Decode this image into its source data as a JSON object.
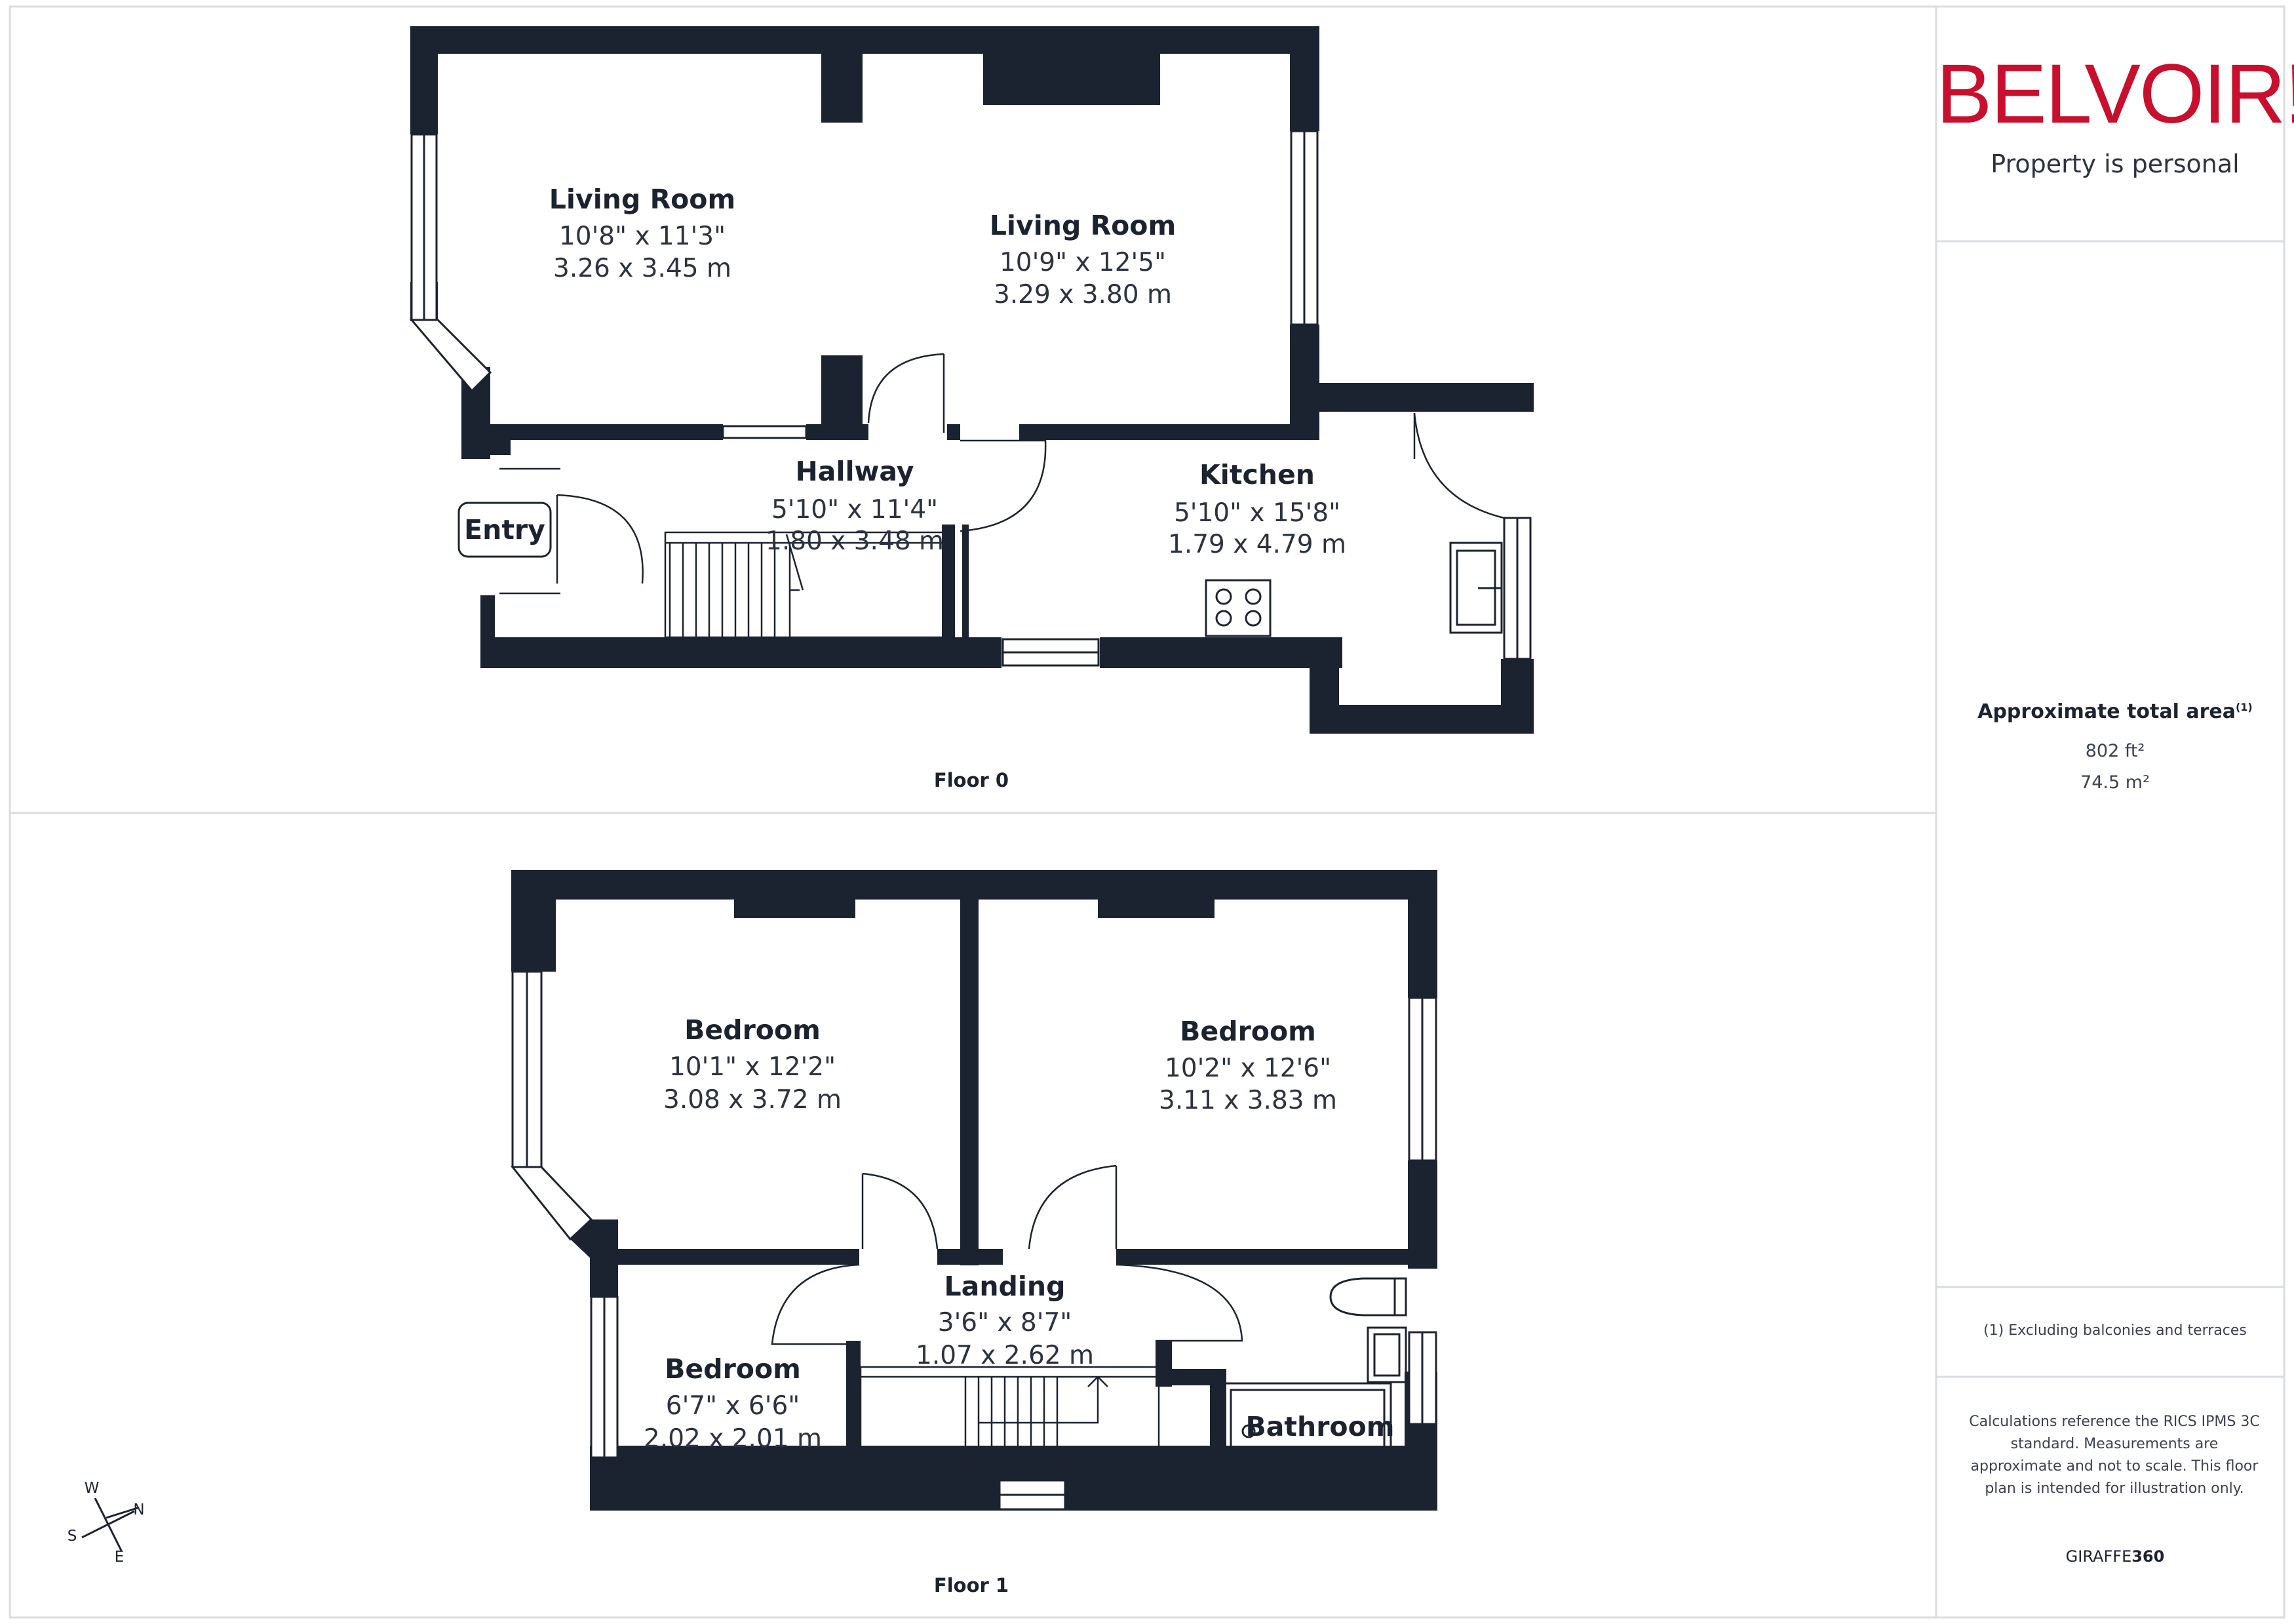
{
  "brand": {
    "logo_text": "BELVOIR!",
    "tagline": "Property is personal",
    "logo_color": "#c8102e"
  },
  "area": {
    "title": "Approximate total area",
    "footnote_marker": "(1)",
    "ft": "802 ft²",
    "m": "74.5 m²",
    "footnote": "(1) Excluding balconies and terraces"
  },
  "disclaimer": "Calculations reference the RICS IPMS 3C standard. Measurements are approximate and not to scale. This floor plan is intended for illustration only.",
  "credit": {
    "prefix": "GIRAFFE",
    "suffix": "360"
  },
  "floor0": {
    "label": "Floor 0",
    "rooms": [
      {
        "name": "Living Room",
        "imperial": "10'8\" x 11'3\"",
        "metric": "3.26 x 3.45 m"
      },
      {
        "name": "Living Room",
        "imperial": "10'9\" x 12'5\"",
        "metric": "3.29 x 3.80 m"
      },
      {
        "name": "Hallway",
        "imperial": "5'10\" x 11'4\"",
        "metric": "1.80 x 3.48 m"
      },
      {
        "name": "Kitchen",
        "imperial": "5'10\" x 15'8\"",
        "metric": "1.79 x 4.79 m"
      }
    ],
    "entry": "Entry"
  },
  "floor1": {
    "label": "Floor 1",
    "rooms": [
      {
        "name": "Bedroom",
        "imperial": "10'1\" x 12'2\"",
        "metric": "3.08 x 3.72 m"
      },
      {
        "name": "Bedroom",
        "imperial": "10'2\" x 12'6\"",
        "metric": "3.11 x 3.83 m"
      },
      {
        "name": "Landing",
        "imperial": "3'6\" x 8'7\"",
        "metric": "1.07 x 2.62 m"
      },
      {
        "name": "Bedroom",
        "imperial": "6'7\" x 6'6\"",
        "metric": "2.02 x 2.01 m"
      },
      {
        "name": "Bathroom"
      }
    ]
  },
  "compass": {
    "w": "W",
    "n": "N",
    "s": "S",
    "e": "E"
  },
  "colors": {
    "wall": "#1c2330",
    "border": "#d9dce0"
  }
}
